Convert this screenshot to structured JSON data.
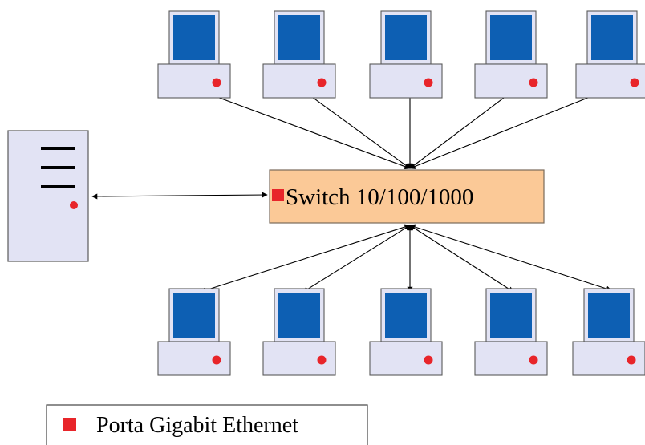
{
  "switch": {
    "label": "Switch 10/100/1000",
    "fill": "#fbc997",
    "port_color": "#e8252a"
  },
  "legend": {
    "marker_color": "#e8252a",
    "label": "Porta Gigabit Ethernet"
  },
  "colors": {
    "screen": "#0d5fb3",
    "device": "#e2e3f4",
    "outline": "#5a5a5a",
    "port": "#e8252a",
    "server_slots": "#000000"
  },
  "devices": {
    "top_row_count": 5,
    "bottom_row_count": 5,
    "server_slot_count": 3,
    "icons": [
      "computer-icon",
      "server-icon",
      "arrow-icon"
    ]
  }
}
